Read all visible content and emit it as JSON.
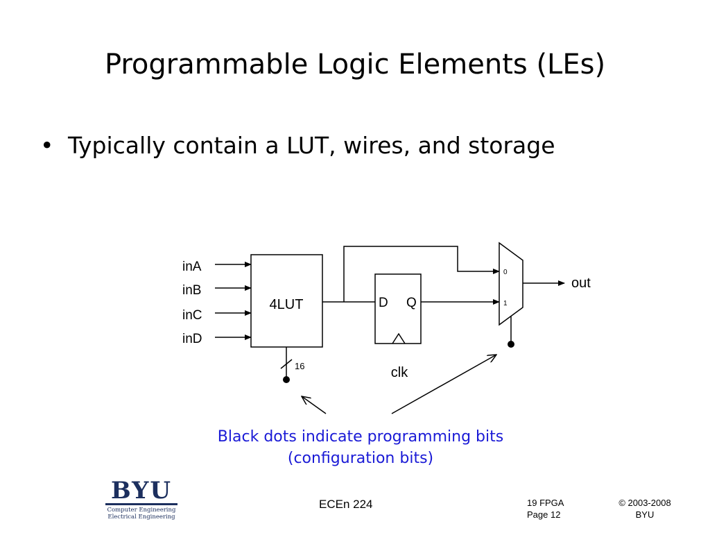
{
  "slide": {
    "title": "Programmable Logic Elements (LEs)",
    "bullet_marker": "•",
    "bullet_text": "Typically contain a LUT, wires, and storage"
  },
  "diagram": {
    "inputs": [
      "inA",
      "inB",
      "inC",
      "inD"
    ],
    "lut_label": "4LUT",
    "config_bus_width": "16",
    "ff_d": "D",
    "ff_q": "Q",
    "clock_label": "clk",
    "mux_in0": "0",
    "mux_in1": "1",
    "output_label": "out"
  },
  "caption": {
    "line1": "Black dots indicate programming bits",
    "line2": "(configuration bits)",
    "color": "#1a1ad6"
  },
  "footer": {
    "logo_word": "BYU",
    "logo_line1": "Computer Engineering",
    "logo_line2": "Electrical Engineering",
    "course": "ECEn 224",
    "topic": "19 FPGA",
    "page": "Page 12",
    "copyright": "© 2003-2008",
    "org": "BYU"
  }
}
